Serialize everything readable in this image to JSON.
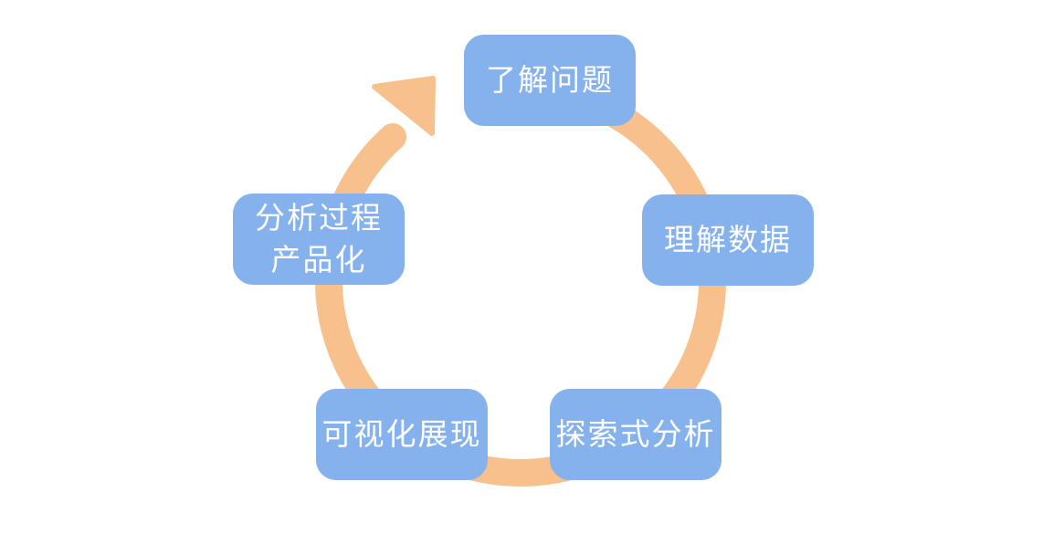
{
  "diagram": {
    "colors": {
      "node_fill": "#85b2ec",
      "node_text": "#ffffff",
      "cycle_arrow": "#f7c08d"
    },
    "nodes": [
      {
        "label": "了解问题"
      },
      {
        "label": "理解数据"
      },
      {
        "label": "探索式分析"
      },
      {
        "label": "可视化展现"
      },
      {
        "line1": "分析过程",
        "line2": "产品化"
      }
    ]
  }
}
